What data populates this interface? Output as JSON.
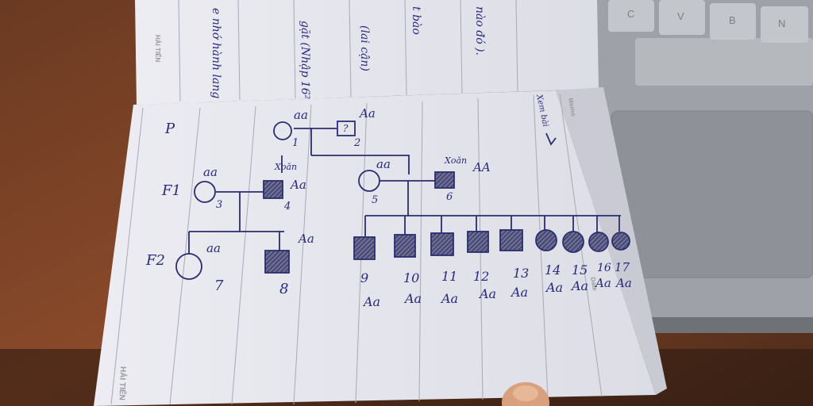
{
  "keyboard": {
    "keys": [
      "C",
      "V",
      "B",
      "N"
    ]
  },
  "notebook": {
    "back_page": {
      "fragments": [
        "nào đó ).",
        "t bào",
        "(lai cận)",
        "gặt (Nhập 16²)",
        "e nhớ hành lang"
      ],
      "brand": "HẢI TIẾN"
    },
    "front_page": {
      "header_labels": [
        "Memo",
        "Date"
      ],
      "brand": "HẢI TIẾN",
      "corner_note": "Xem bài"
    }
  },
  "pedigree": {
    "generations": [
      "P",
      "F1",
      "F2"
    ],
    "individuals": [
      {
        "id": "1",
        "genotype": "aa"
      },
      {
        "id": "2",
        "genotype": "Aa",
        "mark": "?"
      },
      {
        "id": "3",
        "genotype": "aa"
      },
      {
        "id": "4",
        "genotype": "Aa",
        "note": "Xoăn"
      },
      {
        "id": "5",
        "genotype": "aa"
      },
      {
        "id": "6",
        "genotype": "AA",
        "note": "Xoăn"
      },
      {
        "id": "7",
        "genotype": "aa"
      },
      {
        "id": "8",
        "genotype": "Aa"
      },
      {
        "id": "9",
        "genotype": "Aa"
      },
      {
        "id": "10",
        "genotype": "Aa"
      },
      {
        "id": "11",
        "genotype": "Aa"
      },
      {
        "id": "12",
        "genotype": "Aa"
      },
      {
        "id": "13",
        "genotype": "Aa"
      },
      {
        "id": "14",
        "genotype": "Aa"
      },
      {
        "id": "15",
        "genotype": "Aa"
      },
      {
        "id": "16",
        "genotype": "Aa"
      },
      {
        "id": "17",
        "genotype": "Aa"
      }
    ]
  }
}
